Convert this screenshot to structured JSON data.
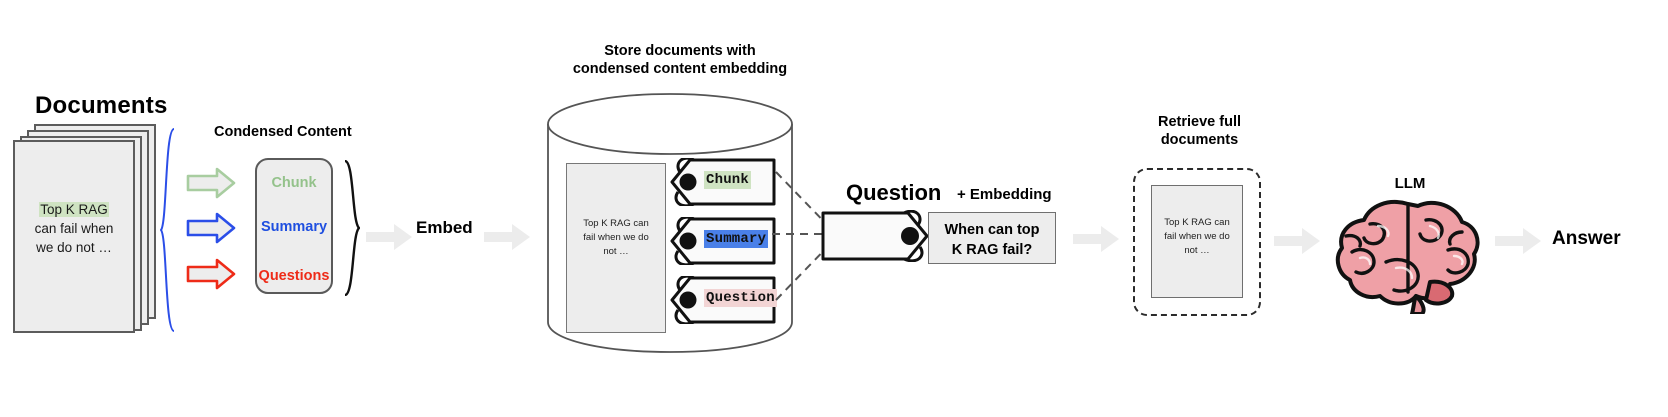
{
  "diagram": {
    "title": "RAG pipeline with condensed content embeddings",
    "colors": {
      "chunk_green": "#94c28b",
      "summary_blue": "#1f4fe0",
      "questions_red": "#ee2b18",
      "highlight_green": "#cfe3c2",
      "highlight_blue": "#4a80e8",
      "highlight_red": "#f2d4d4",
      "doc_fill": "#ededed",
      "arrow_grey": "#ececec",
      "brain_pink": "#efa0a6"
    }
  },
  "documents": {
    "title": "Documents",
    "sheet_text_highlight": "Top K RAG",
    "sheet_text_line2": "can fail when",
    "sheet_text_line3": "we do not …"
  },
  "condensed": {
    "title": "Condensed Content",
    "items": [
      {
        "label": "Chunk",
        "color": "#94c28b"
      },
      {
        "label": "Summary",
        "color": "#1f4fe0"
      },
      {
        "label": "Questions",
        "color": "#ee2b18"
      }
    ]
  },
  "embed": {
    "label": "Embed"
  },
  "store": {
    "title_line1": "Store documents with",
    "title_line2": "condensed content embedding",
    "doc_line1": "Top K RAG can",
    "doc_line2": "fail when we do",
    "doc_line3": "not …",
    "tags": [
      {
        "label": "Chunk",
        "highlight": "#cfe3c2"
      },
      {
        "label": "Summary",
        "highlight": "#4a80e8"
      },
      {
        "label": "Question",
        "highlight": "#f2d4d4"
      }
    ]
  },
  "question": {
    "title": "Question",
    "suffix": "+ Embedding",
    "box_line1": "When can top",
    "box_line2": "K RAG fail?"
  },
  "retrieve": {
    "title_line1": "Retrieve full",
    "title_line2": "documents",
    "doc_line1": "Top K RAG can",
    "doc_line2": "fail when we do",
    "doc_line3": "not …"
  },
  "llm": {
    "label": "LLM",
    "icon": "brain-icon"
  },
  "answer": {
    "label": "Answer"
  }
}
